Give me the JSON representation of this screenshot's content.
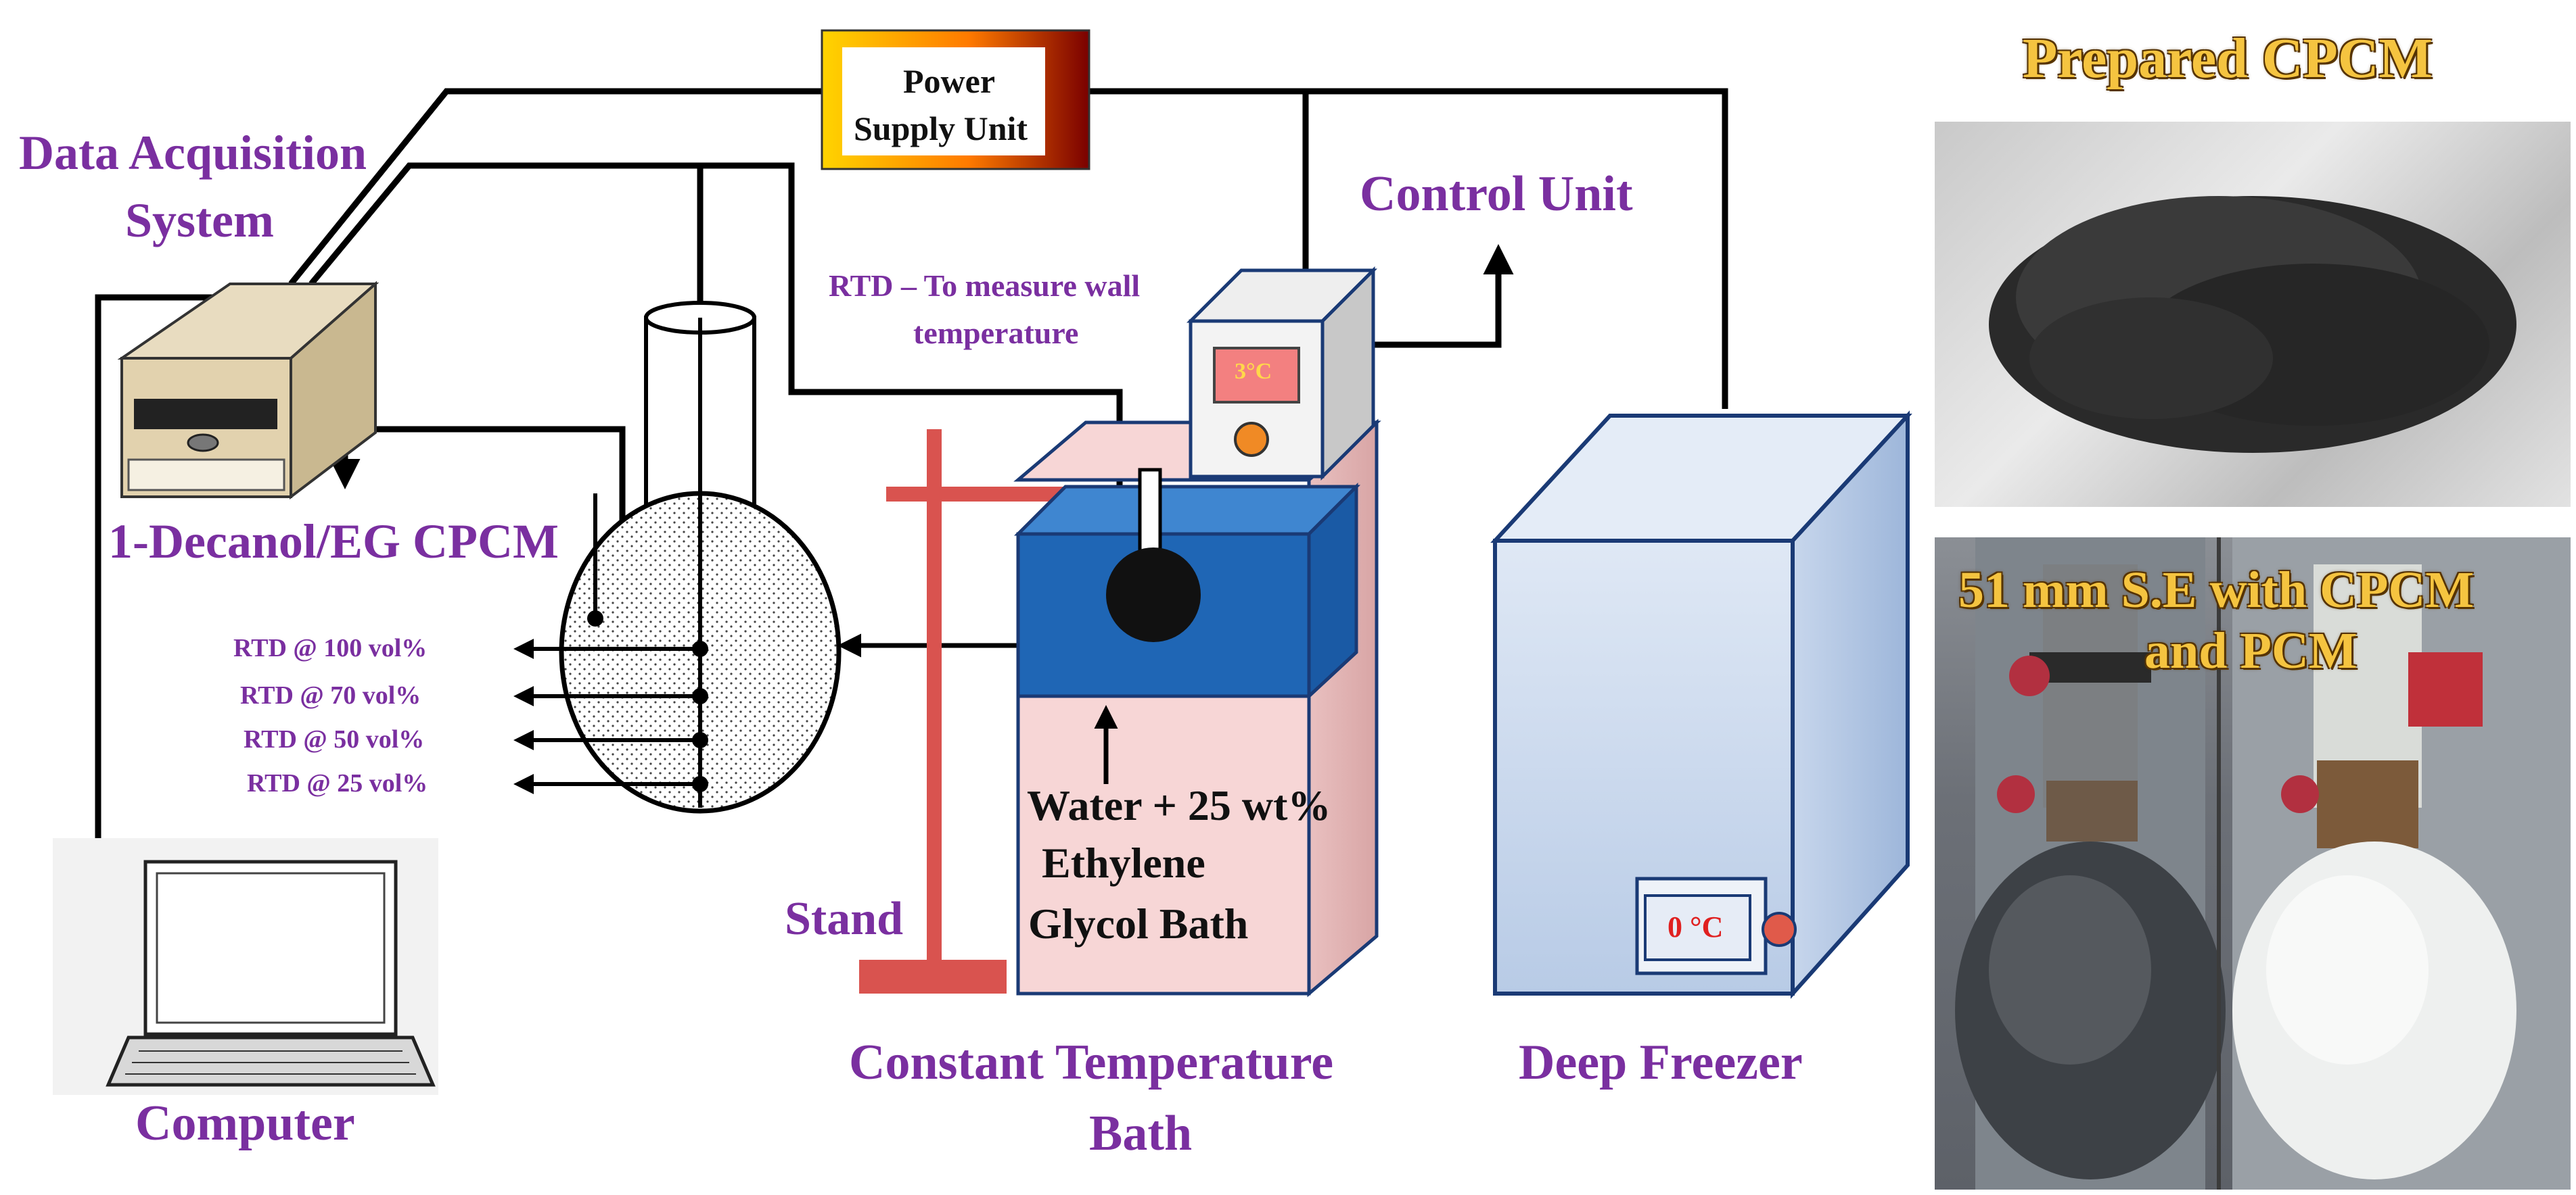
{
  "labels": {
    "power_supply_line1": "Power",
    "power_supply_line2": "Supply Unit",
    "data_acquisition_line1": "Data Acquisition",
    "data_acquisition_line2": "System",
    "control_unit": "Control Unit",
    "rtd_wall_line1": "RTD – To measure wall",
    "rtd_wall_line2": "temperature",
    "cpcm_label": "1-Decanol/EG CPCM",
    "rtd_100": "RTD  @ 100 vol%",
    "rtd_70": "RTD  @ 70 vol%",
    "rtd_50": "RTD @ 50 vol%",
    "rtd_25": "RTD @ 25 vol%",
    "stand": "Stand",
    "bath_content_line1": "Water + 25 wt%",
    "bath_content_line2": "Ethylene",
    "bath_content_line3": "Glycol Bath",
    "constant_temp_line1": "Constant Temperature",
    "constant_temp_line2": "Bath",
    "deep_freezer": "Deep Freezer",
    "computer": "Computer",
    "control_display": "3°C",
    "freezer_display": "0 °C"
  },
  "photos": {
    "prepared_cpcm": "Prepared  CPCM",
    "se_line1": "51 mm S.E with CPCM",
    "se_line2": "and PCM"
  },
  "colors": {
    "label_purple": "#7a2fa0",
    "bath_blue": "#1f66b5",
    "bath_pink": "#f7d6d6",
    "stand_red": "#d9534f",
    "photo_title_gold": "#f5c440"
  }
}
